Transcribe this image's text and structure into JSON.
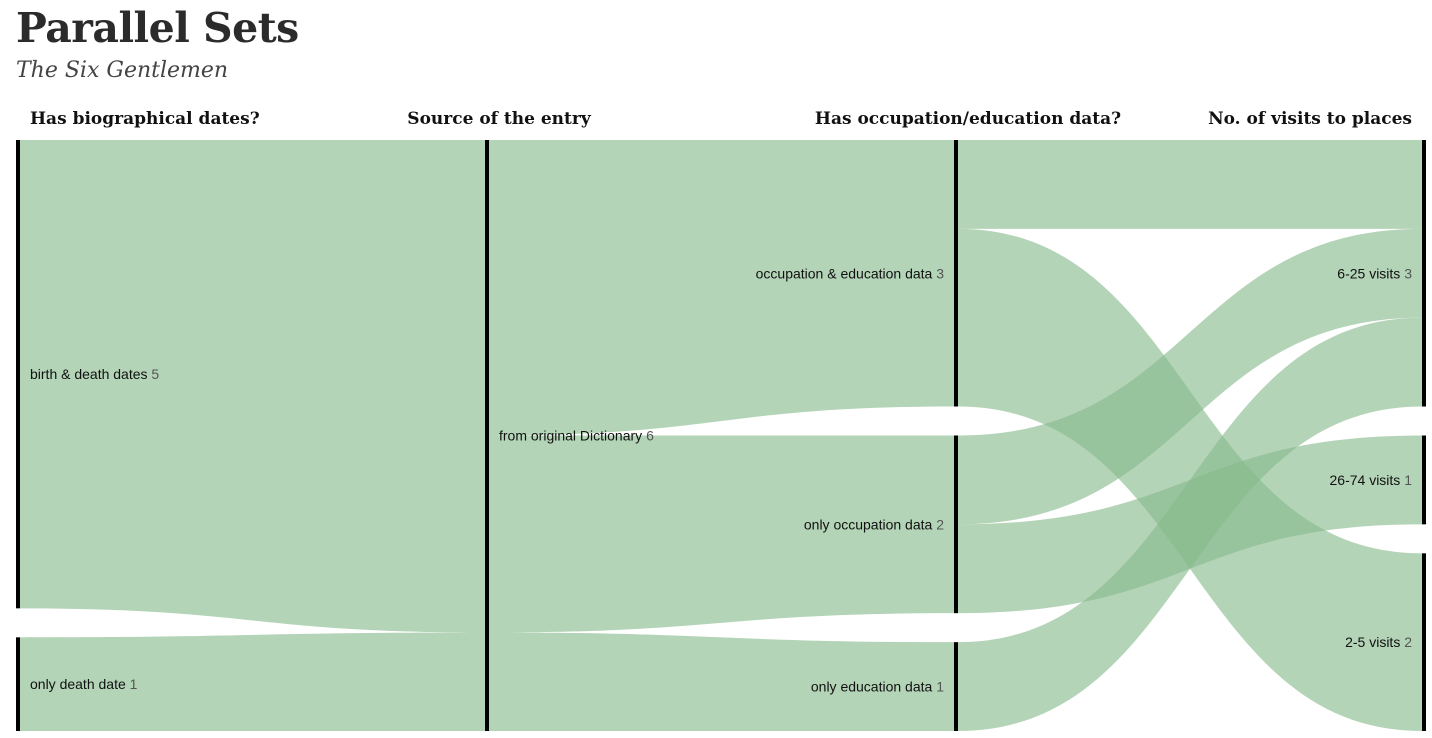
{
  "header": {
    "title": "Parallel Sets",
    "subtitle": "The Six Gentlemen"
  },
  "chart_data": {
    "type": "parallel_sets",
    "total": 6,
    "colors": {
      "ribbon": "#86b98a",
      "node": "#000000"
    },
    "dimensions": [
      {
        "name": "Has biographical dates?",
        "categories": [
          {
            "name": "birth & death dates",
            "count": 5
          },
          {
            "name": "only death date",
            "count": 1
          }
        ]
      },
      {
        "name": "Source of the entry",
        "categories": [
          {
            "name": "from original Dictionary",
            "count": 6
          }
        ]
      },
      {
        "name": "Has occupation/education data?",
        "categories": [
          {
            "name": "occupation & education data",
            "count": 3
          },
          {
            "name": "only occupation data",
            "count": 2
          },
          {
            "name": "only education data",
            "count": 1
          }
        ]
      },
      {
        "name": "No. of visits to places",
        "categories": [
          {
            "name": "6-25 visits",
            "count": 3
          },
          {
            "name": "26-74 visits",
            "count": 1
          },
          {
            "name": "2-5 visits",
            "count": 2
          }
        ]
      }
    ],
    "records": [
      {
        "path": [
          "birth & death dates",
          "from original Dictionary",
          "occupation & education data",
          "6-25 visits"
        ],
        "count": 1
      },
      {
        "path": [
          "birth & death dates",
          "from original Dictionary",
          "occupation & education data",
          "2-5 visits"
        ],
        "count": 2
      },
      {
        "path": [
          "birth & death dates",
          "from original Dictionary",
          "only occupation data",
          "6-25 visits"
        ],
        "count": 1
      },
      {
        "path": [
          "birth & death dates",
          "from original Dictionary",
          "only occupation data",
          "26-74 visits"
        ],
        "count": 1
      },
      {
        "path": [
          "only death date",
          "from original Dictionary",
          "only education data",
          "6-25 visits"
        ],
        "count": 1
      }
    ]
  }
}
